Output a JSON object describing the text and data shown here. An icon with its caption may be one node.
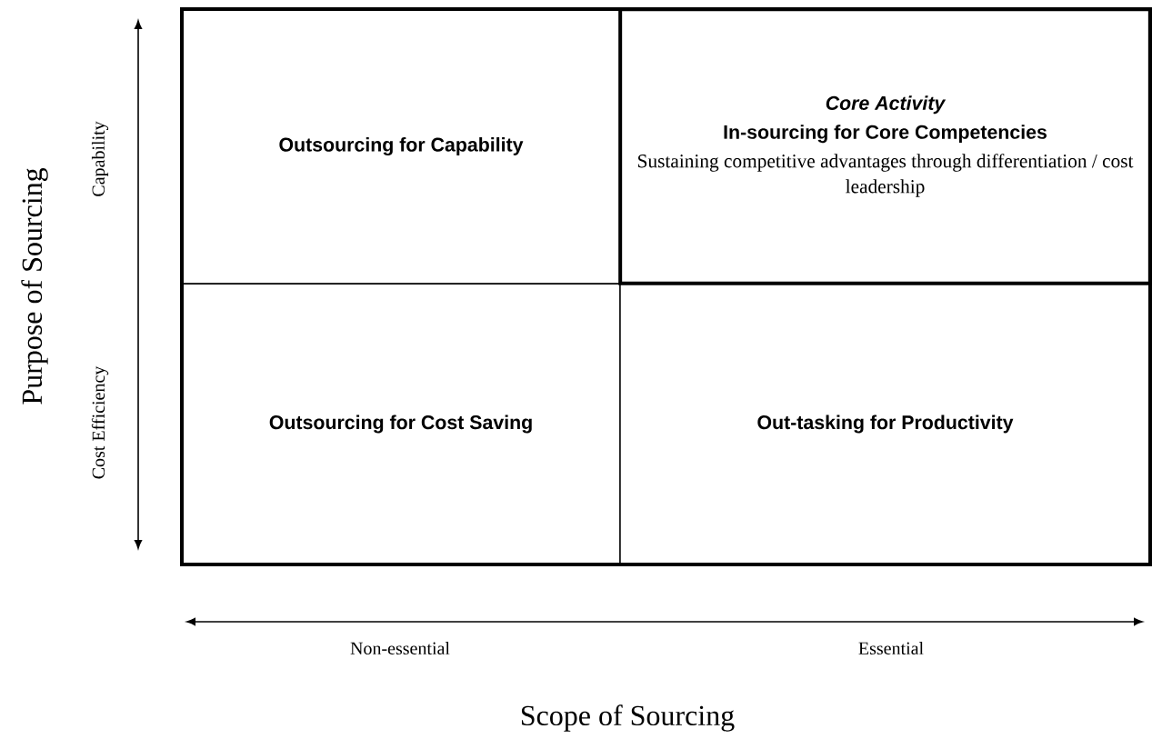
{
  "diagram": {
    "nodes": [
      {
        "text": [
          "Outsourcing for Capability"
        ]
      },
      {
        "text": [
          "Core Activity",
          "In-sourcing for Core Competencies",
          "Sustaining competitive advantages through differentiation / cost leadership"
        ]
      },
      {
        "text": [
          "Outsourcing for Cost Saving"
        ]
      },
      {
        "text": [
          "Out-tasking for Productivity"
        ]
      }
    ],
    "labels": [
      "Purpose of Sourcing",
      "Capability",
      "Cost Efficiency",
      "Non-essential",
      "Essential",
      "Scope of Sourcing"
    ]
  }
}
